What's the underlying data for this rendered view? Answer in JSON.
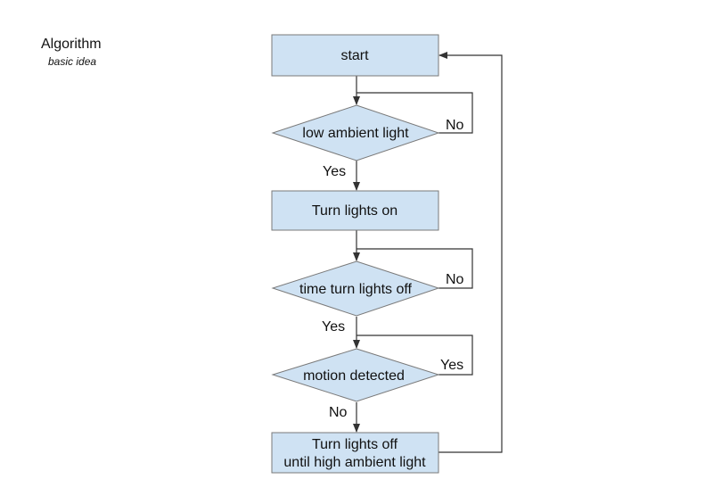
{
  "header": {
    "title": "Algorithm",
    "subtitle": "basic idea"
  },
  "nodes": {
    "start": {
      "label": "start"
    },
    "low_ambient": {
      "label": "low ambient light"
    },
    "lights_on": {
      "label": "Turn lights on"
    },
    "time_off": {
      "label": "time turn lights off"
    },
    "motion": {
      "label": "motion detected"
    },
    "lights_off": {
      "line1": "Turn lights off",
      "line2": "until high ambient light"
    }
  },
  "edges": {
    "low_ambient_no": "No",
    "low_ambient_yes": "Yes",
    "time_off_no": "No",
    "time_off_yes": "Yes",
    "motion_yes": "Yes",
    "motion_no": "No"
  },
  "colors": {
    "node_fill": "#cfe2f3",
    "node_stroke": "#7a7a7a",
    "line": "#333333"
  }
}
